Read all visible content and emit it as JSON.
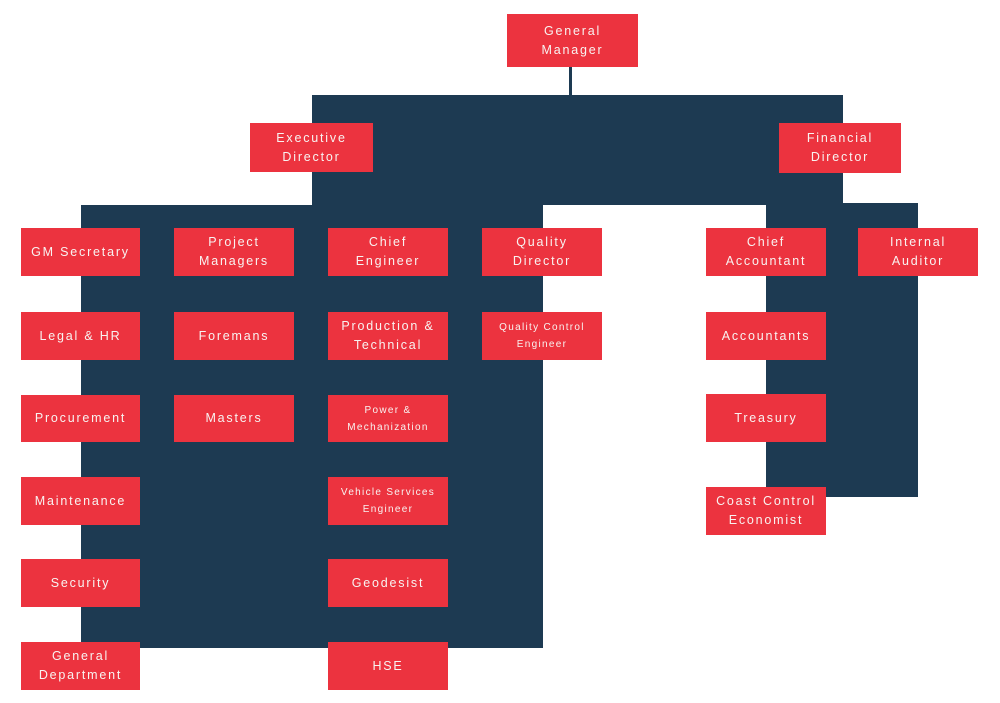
{
  "colors": {
    "box_red": "#ec333f",
    "connector_navy": "#1d3a52",
    "label_text": "#f8f3f1",
    "background": "#ffffff"
  },
  "diagram": {
    "type": "org-chart",
    "nodes": {
      "general_manager": {
        "label": "General\nManager"
      },
      "executive_director": {
        "label": "Executive\nDirector"
      },
      "financial_director": {
        "label": "Financial\nDirector"
      },
      "gm_secretary": {
        "label": "GM Secretary"
      },
      "project_managers": {
        "label": "Project\nManagers"
      },
      "chief_engineer": {
        "label": "Chief\nEngineer"
      },
      "quality_director": {
        "label": "Quality\nDirector"
      },
      "chief_accountant": {
        "label": "Chief\nAccountant"
      },
      "internal_auditor": {
        "label": "Internal\nAuditor"
      },
      "legal_hr": {
        "label": "Legal & HR"
      },
      "foremans": {
        "label": "Foremans"
      },
      "production_technical": {
        "label": "Production &\nTechnical"
      },
      "quality_control_engineer": {
        "label": "Quality Control\nEngineer"
      },
      "accountants": {
        "label": "Accountants"
      },
      "procurement": {
        "label": "Procurement"
      },
      "masters": {
        "label": "Masters"
      },
      "power_mechanization": {
        "label": "Power &\nMechanization"
      },
      "treasury": {
        "label": "Treasury"
      },
      "maintenance": {
        "label": "Maintenance"
      },
      "vehicle_services_engineer": {
        "label": "Vehicle Services\nEngineer"
      },
      "coast_control_economist": {
        "label": "Coast Control\nEconomist"
      },
      "security": {
        "label": "Security"
      },
      "geodesist": {
        "label": "Geodesist"
      },
      "general_department": {
        "label": "General\nDepartment"
      },
      "hse": {
        "label": "HSE"
      }
    }
  }
}
